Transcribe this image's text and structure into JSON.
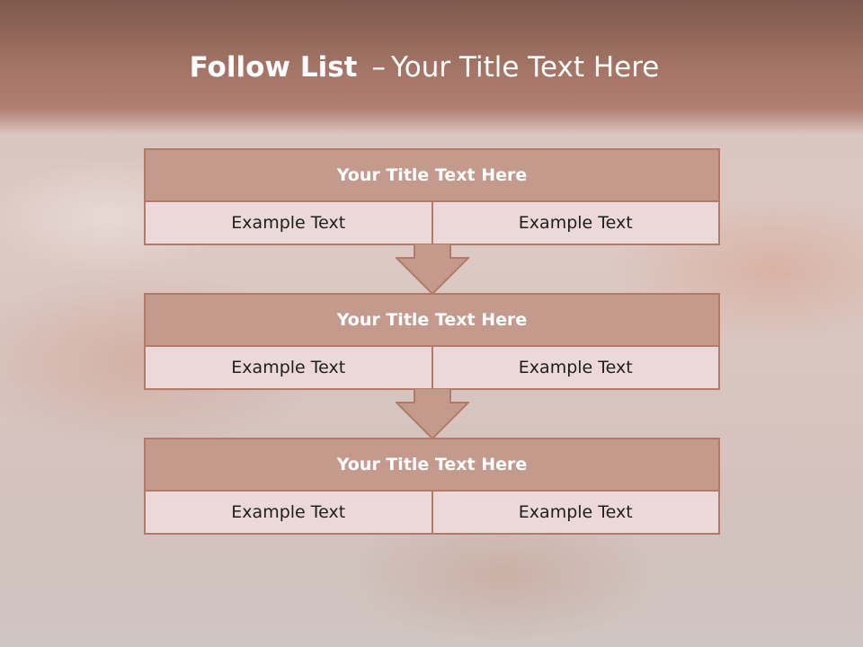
{
  "slide": {
    "title_bold": "Follow List",
    "title_separator": "–",
    "title_rest": "Your Title Text Here",
    "colors": {
      "header": "#a47466",
      "box_header": "#c49a8c",
      "box_body": "#ead9d8",
      "border": "#b47a68",
      "arrow": "#c49a8c"
    }
  },
  "steps": [
    {
      "title": "Your Title Text Here",
      "left": "Example Text",
      "right": "Example Text"
    },
    {
      "title": "Your Title Text Here",
      "left": "Example Text",
      "right": "Example Text"
    },
    {
      "title": "Your Title Text Here",
      "left": "Example Text",
      "right": "Example Text"
    }
  ],
  "connectors": [
    "arrow-down-icon",
    "arrow-down-icon"
  ]
}
